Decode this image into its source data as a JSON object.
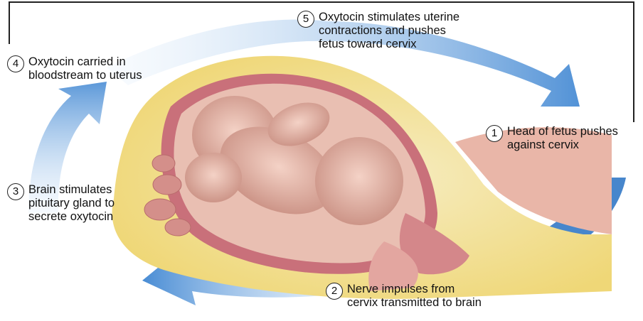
{
  "steps": [
    {
      "number": "1",
      "text": "Head of fetus pushes\nagainst cervix"
    },
    {
      "number": "2",
      "text": "Nerve impulses from\ncervix transmitted to brain"
    },
    {
      "number": "3",
      "text": "Brain stimulates\npituitary gland to\nsecrete oxytocin"
    },
    {
      "number": "4",
      "text": "Oxytocin carried in\nbloodstream to uterus"
    },
    {
      "number": "5",
      "text": "Oxytocin stimulates uterine\ncontractions and pushes\nfetus toward cervix"
    }
  ],
  "colors": {
    "arrow_blue": "#4a8fd6",
    "tissue_yellow": "#f4e07a",
    "skin_pink": "#e8b2a6"
  }
}
